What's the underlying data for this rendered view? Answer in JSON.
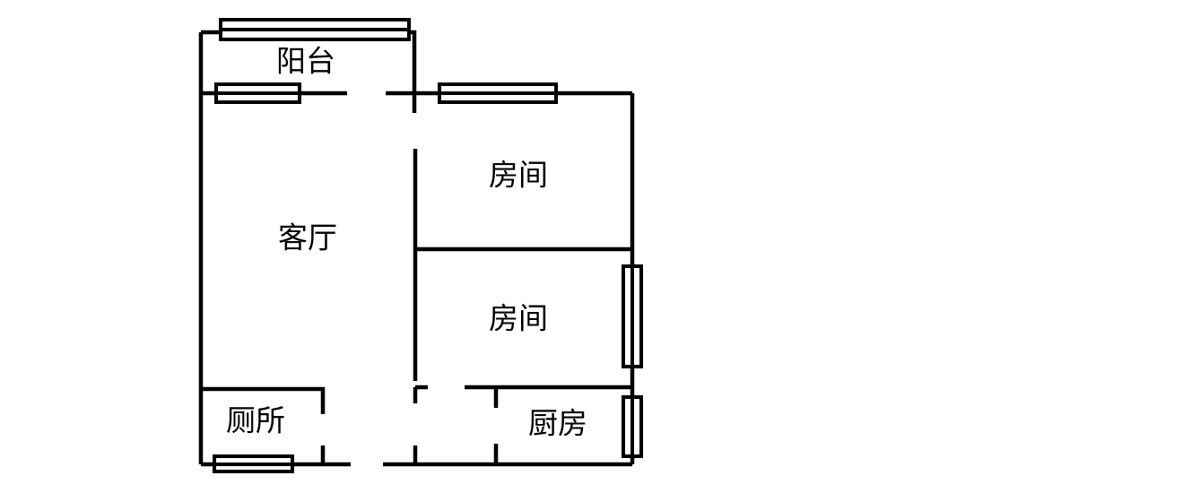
{
  "title": "户型图",
  "rooms": {
    "balcony": "阳台",
    "living_room": "客厅",
    "bedroom_1": "房间",
    "bedroom_2": "房间",
    "toilet": "厕所",
    "kitchen": "厨房"
  },
  "colors": {
    "wall": "#000000",
    "background": "#ffffff"
  }
}
